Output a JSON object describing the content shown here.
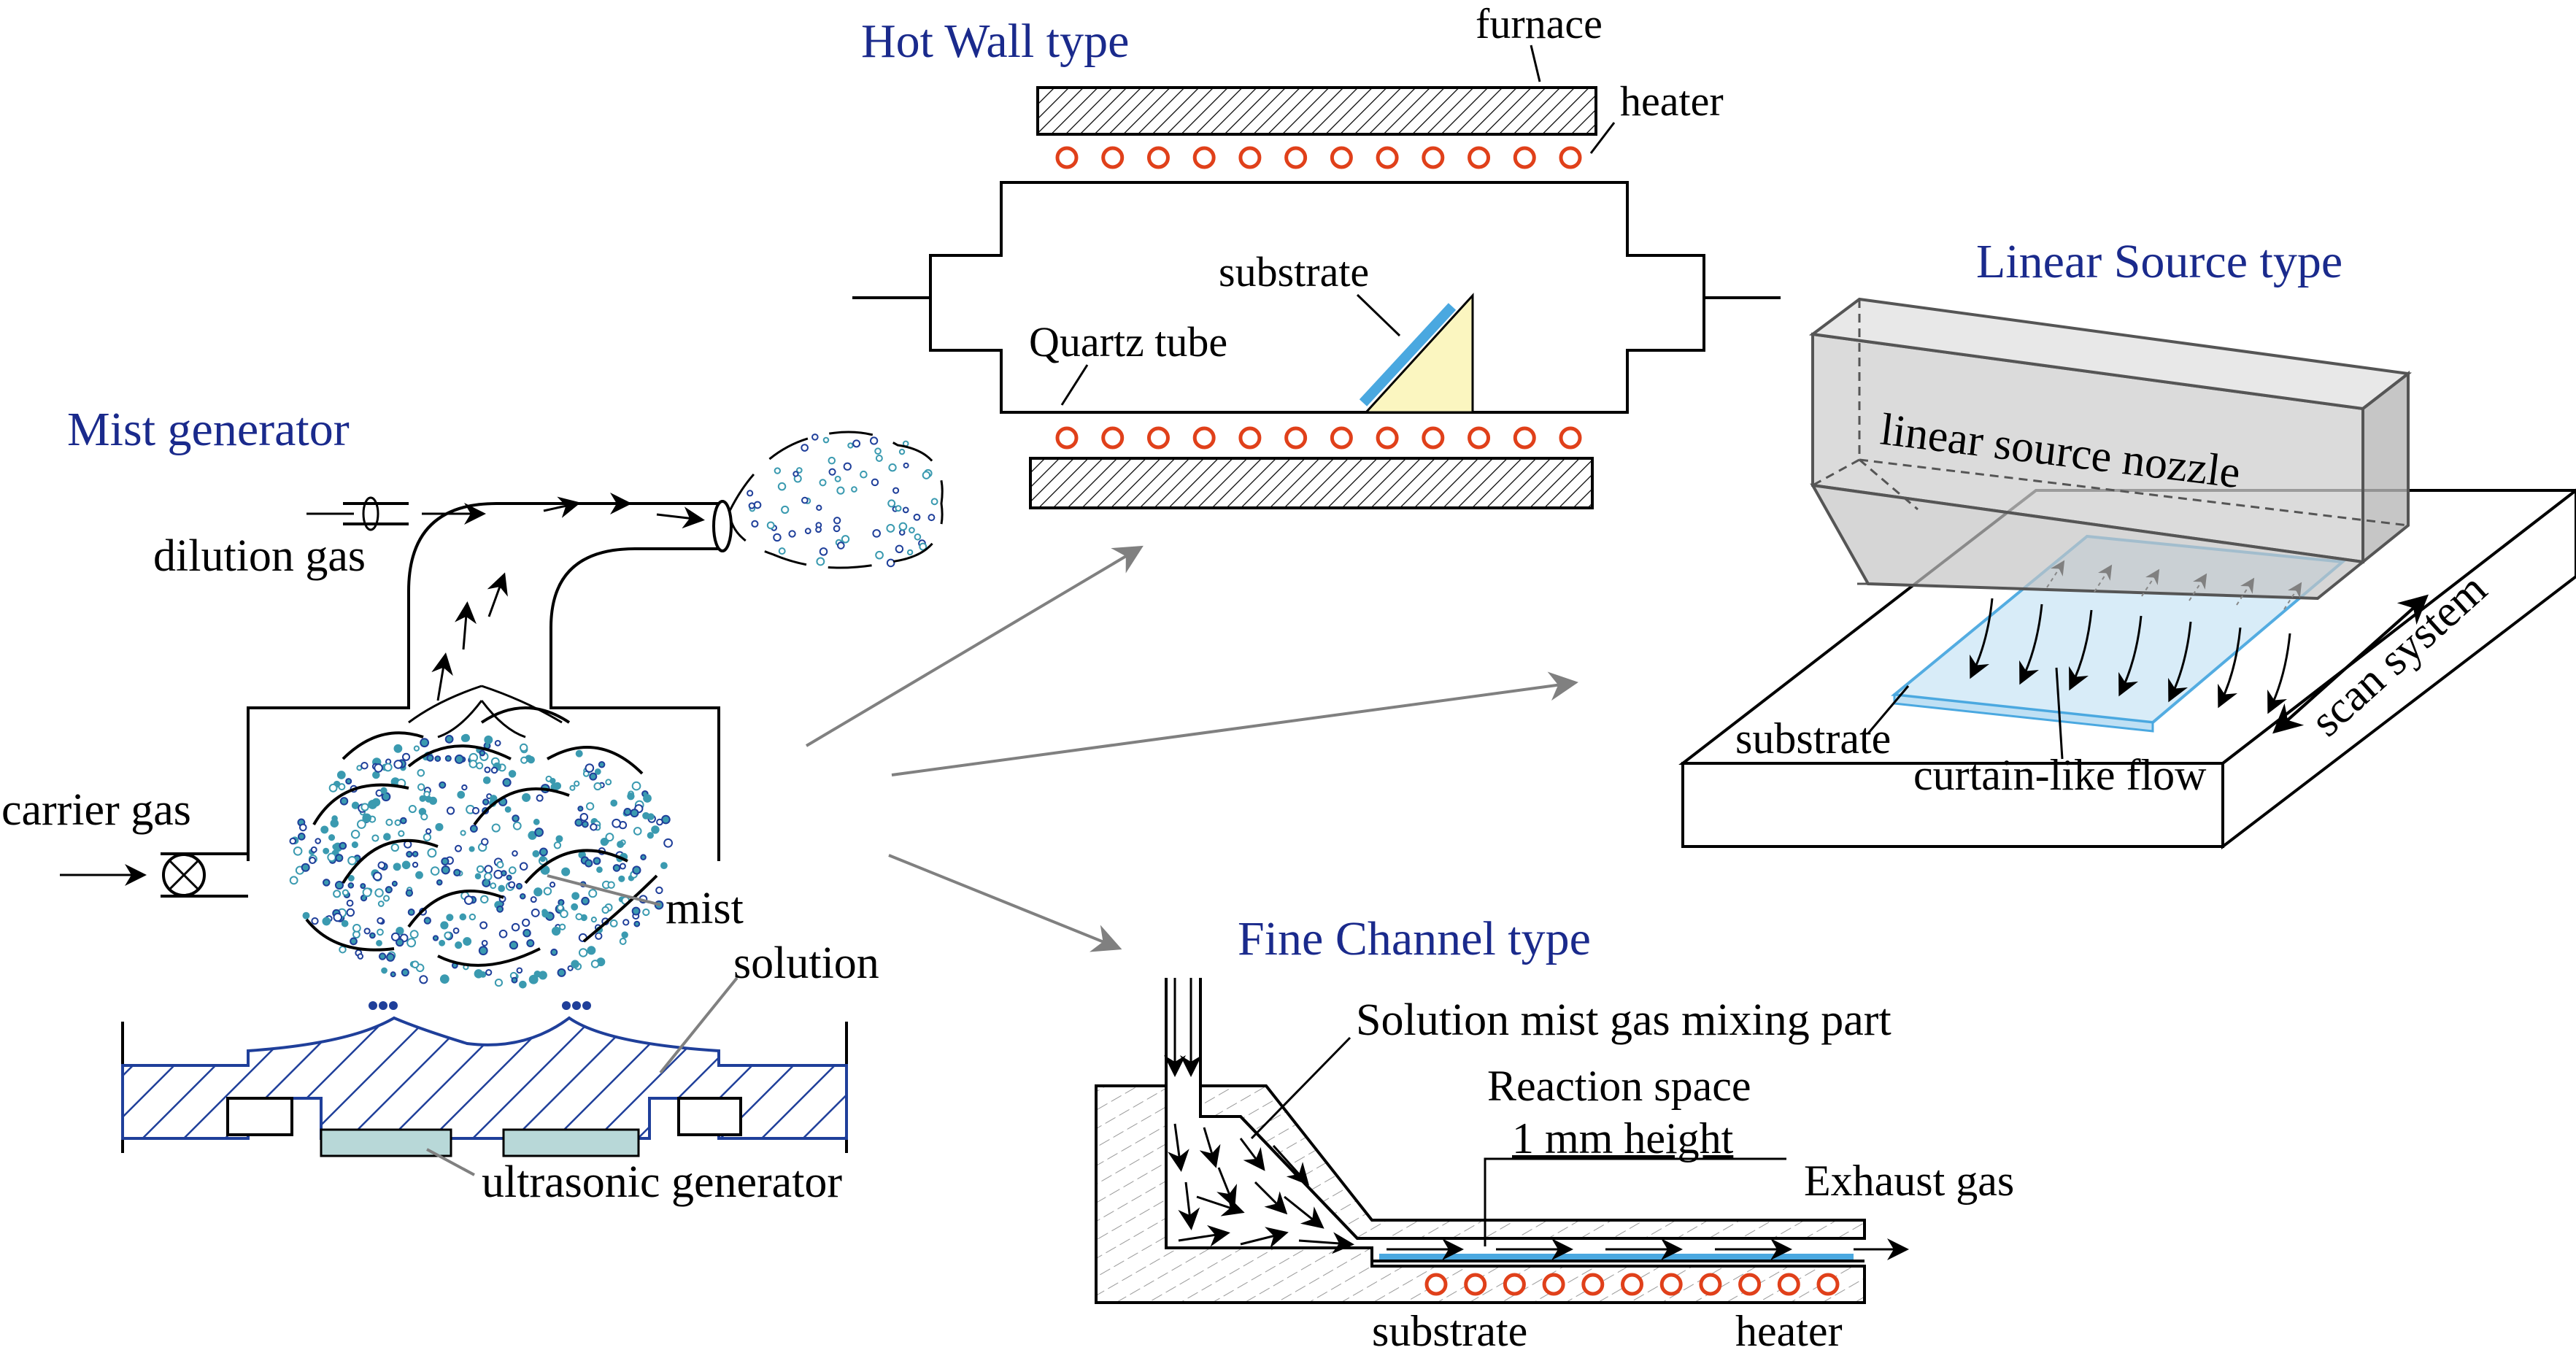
{
  "titles": {
    "mist_generator": "Mist generator",
    "hot_wall": "Hot Wall type",
    "linear_source": "Linear Source type",
    "fine_channel": "Fine Channel type"
  },
  "mist_generator": {
    "dilution_gas": "dilution gas",
    "carrier_gas": "carrier gas",
    "mist": "mist",
    "solution": "solution",
    "ultrasonic_generator": "ultrasonic generator"
  },
  "hot_wall": {
    "furnace": "furnace",
    "heater": "heater",
    "substrate": "substrate",
    "quartz_tube": "Quartz tube"
  },
  "linear_source": {
    "nozzle": "linear source nozzle",
    "scan_system": "scan system",
    "substrate": "substrate",
    "curtain_flow": "curtain-like flow"
  },
  "fine_channel": {
    "mixing_part": "Solution mist gas mixing part",
    "reaction_space": "Reaction space",
    "height": "1 mm height",
    "exhaust": "Exhaust gas",
    "substrate": "substrate",
    "heater": "heater"
  },
  "colors": {
    "title": "#1a2a8c",
    "heater_fill": "#ffffff",
    "heater_stroke": "#e0401a",
    "substrate_blue": "#4aa8e0",
    "substrate_fill": "#d6ecf8",
    "wedge_fill": "#fbf6c0",
    "nozzle_fill": "#cfcfcf",
    "solution_hatch": "#1f3f9a",
    "generator_fill": "#b8d8d8",
    "mist_dots": "#3a9ab0"
  }
}
